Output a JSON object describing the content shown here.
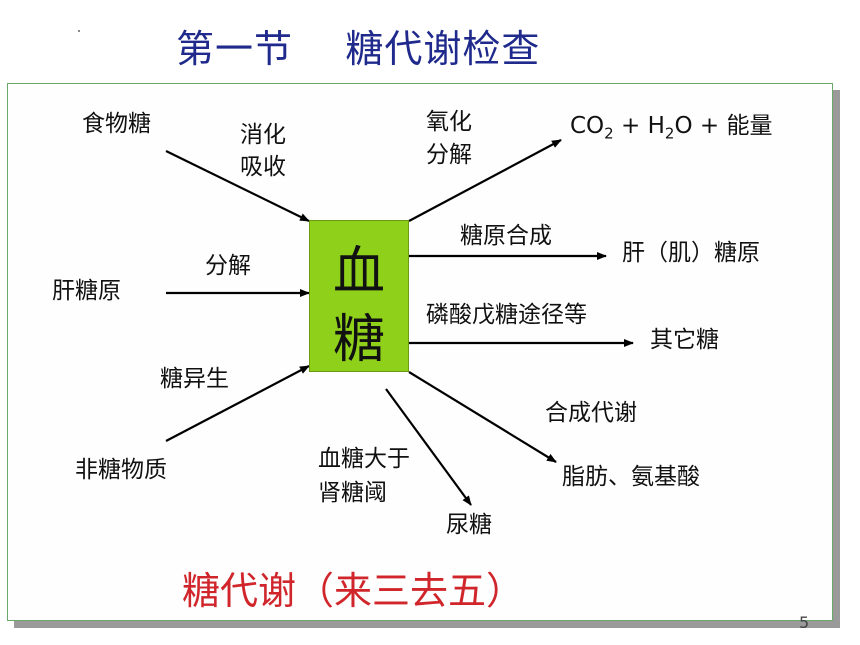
{
  "title": "第一节    糖代谢检查",
  "center": {
    "line1": "血",
    "line2": "糖"
  },
  "inputs": {
    "food_sugar": "食物糖",
    "digest_line1": "消化",
    "digest_line2": "吸收",
    "liver_glycogen": "肝糖原",
    "decompose": "分解",
    "gluconeogenesis": "糖异生",
    "non_sugar": "非糖物质"
  },
  "outputs": {
    "oxidation_line1": "氧化",
    "oxidation_line2": "分解",
    "co2_h2o_energy": {
      "co": "CO",
      "co_sub": "2",
      "plus1": " + H",
      "h_sub": "2",
      "o": "O + 能量"
    },
    "glycogen_synthesis": "糖原合成",
    "liver_muscle_glycogen": "肝（肌）糖原",
    "pentose_phosphate": "磷酸戊糖途径等",
    "other_sugars": "其它糖",
    "synthetic_metabolism": "合成代谢",
    "fat_amino_acid": "脂肪、氨基酸",
    "renal_threshold_line1": "血糖大于",
    "renal_threshold_line2": "肾糖阈",
    "glycosuria": "尿糖"
  },
  "footer": "糖代谢（来三去五）",
  "page_number": "5",
  "colors": {
    "title": "#1f2a8c",
    "center_fill": "#8fd11a",
    "footer": "#d0262b",
    "frame_border": "#6aa86a"
  }
}
